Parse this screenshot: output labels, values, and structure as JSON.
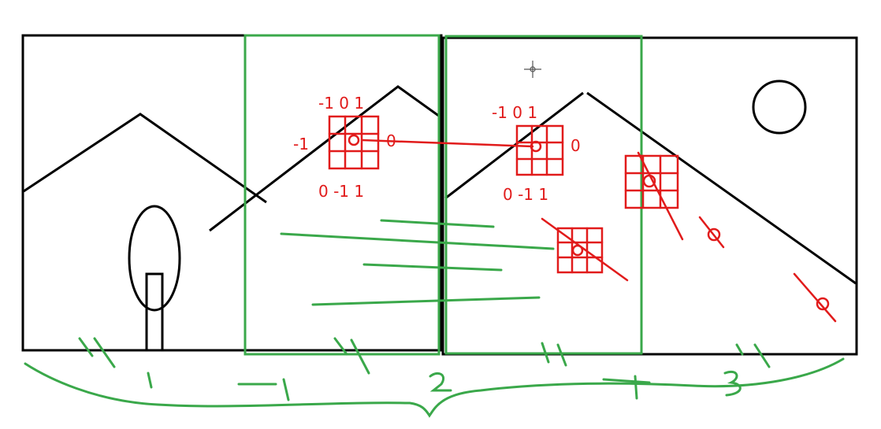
{
  "colors": {
    "ink": "#000000",
    "annotation_red": "#e11b1b",
    "annotation_green": "#3aa84a",
    "background": "#ffffff"
  },
  "cursor": {
    "icon": "crosshair-cursor-icon"
  },
  "annotations": {
    "kernel_top_row": "-1 0 1",
    "kernel_mid_left": "-1",
    "kernel_mid_right": "0",
    "kernel_bottom_row": "0 -1 1",
    "kernel2_top_row": "-1 0 1",
    "kernel2_mid_right": "0",
    "kernel2_bottom_row": "0 -1 1",
    "seam_marks": [
      "//",
      "//",
      "//",
      "//",
      "//"
    ],
    "segment_labels": [
      "1",
      "2",
      "3"
    ]
  }
}
